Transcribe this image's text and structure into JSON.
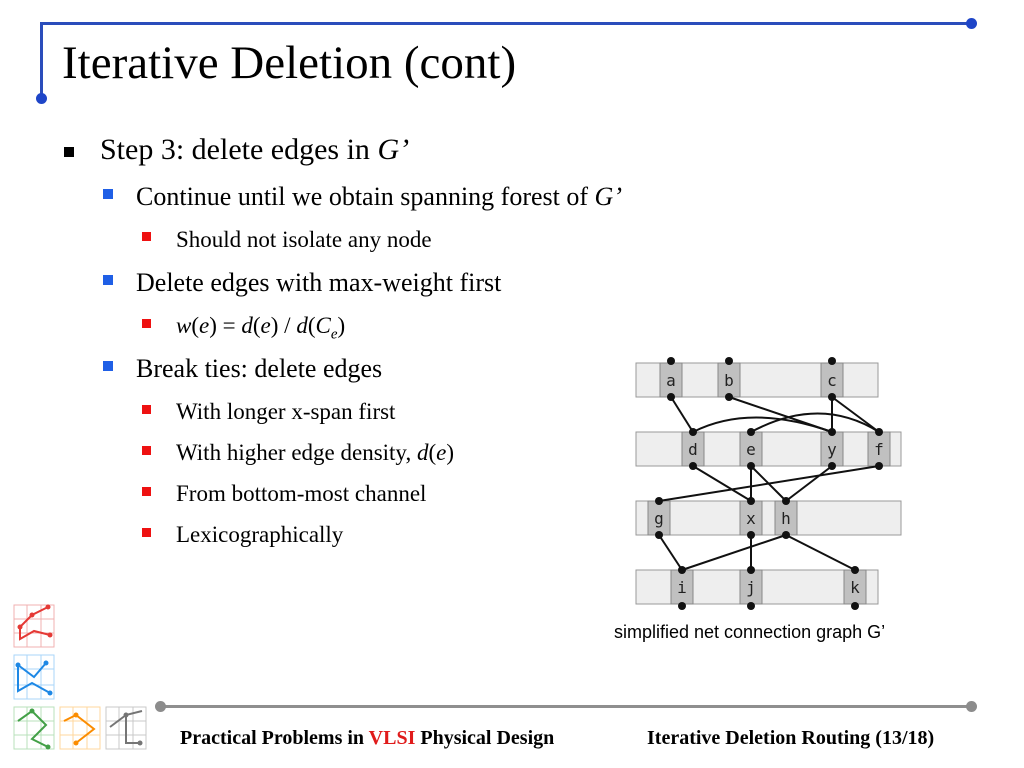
{
  "slide": {
    "title": "Iterative Deletion (cont)"
  },
  "bullets": {
    "step3_prefix": "Step 3: delete edges in ",
    "step3_g": "G’",
    "continue_prefix": "Continue until we obtain spanning forest of ",
    "continue_g": "G’",
    "isolate": "Should not isolate any node",
    "delete_max": "Delete edges with max-weight first",
    "weight_formula": {
      "w": "w",
      "e1": "e",
      "d1": "d",
      "e2": "e",
      "d2": "d",
      "C": "C",
      "sub": "e",
      "p1": "(",
      "p2": ") = ",
      "p3": "(",
      "p4": ") / ",
      "p5": "(",
      "p6": ")"
    },
    "break_ties": "Break ties: delete edges",
    "longer_x": "With longer x-span first",
    "higher_density_prefix": "With higher edge density, ",
    "higher_density_d": "d",
    "higher_density_e": "e",
    "higher_density_p1": "(",
    "higher_density_p2": ")",
    "bottom_channel": "From bottom-most channel",
    "lexico": "Lexicographically"
  },
  "diagram": {
    "caption": "simplified net connection graph G’",
    "nodes": [
      "a",
      "b",
      "c",
      "d",
      "e",
      "y",
      "f",
      "g",
      "x",
      "h",
      "i",
      "j",
      "k"
    ]
  },
  "footer": {
    "left_prefix": "Practical Problems in ",
    "left_vlsi": "VLSI",
    "left_suffix": " Physical Design",
    "right": "Iterative Deletion Routing (13/18)"
  },
  "colors": {
    "frame_blue": "#2a4dbb",
    "bullet_blue": "#1f5fe6",
    "bullet_red": "#ee1111",
    "vlsi_red": "#e01b1b"
  }
}
